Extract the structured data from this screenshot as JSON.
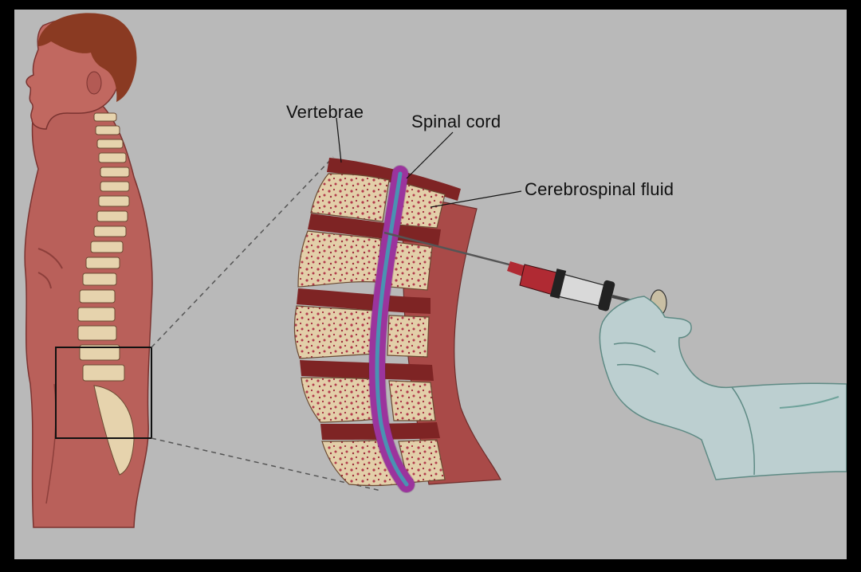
{
  "labels": {
    "vertebrae": "Vertebrae",
    "spinal_cord": "Spinal cord",
    "cerebrospinal_fluid": "Cerebrospinal fluid"
  },
  "colors": {
    "background": "#b9b9b9",
    "skin": "#b9605a",
    "hair": "#8a3a22",
    "bone": "#e6d3ad",
    "disc": "#7e2424",
    "cord": "#b03bb3",
    "csf": "#45b9cf",
    "syringe_fluid": "#b02a33",
    "glove": "#bccfd0"
  }
}
